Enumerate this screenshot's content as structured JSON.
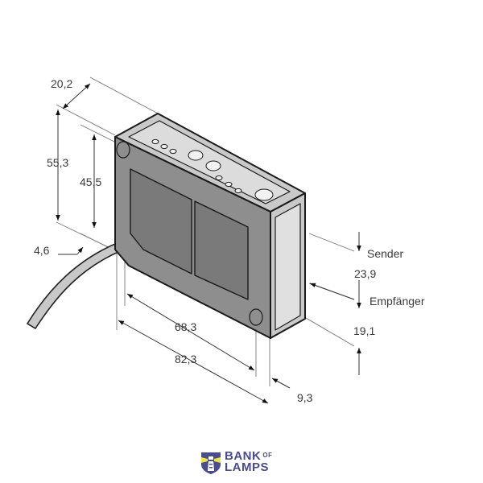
{
  "drawing": {
    "title": "Sensor housing dimension drawing",
    "dimensions": {
      "depth_top": "20,2",
      "height_total": "55,3",
      "height_inner": "45,5",
      "cable_offset": "4,6",
      "width_inner": "68,3",
      "width_total": "82,3",
      "depth_bottom": "9,3",
      "sender_to_receiver": "23,9",
      "receiver_to_bottom": "19,1"
    },
    "labels": {
      "sender": "Sender",
      "receiver": "Empfänger"
    },
    "colors": {
      "front_face": "#8c8c8c",
      "window": "#7a7a7a",
      "top_face": "#c9c9c9",
      "side_face": "#d6d6d6",
      "line": "#222222",
      "dim_line": "#555555"
    }
  },
  "logo": {
    "line1": "BANK",
    "superscript": "OF",
    "line2": "LAMPS",
    "color": "#4a4c8c",
    "accent": "#f2e24a"
  }
}
